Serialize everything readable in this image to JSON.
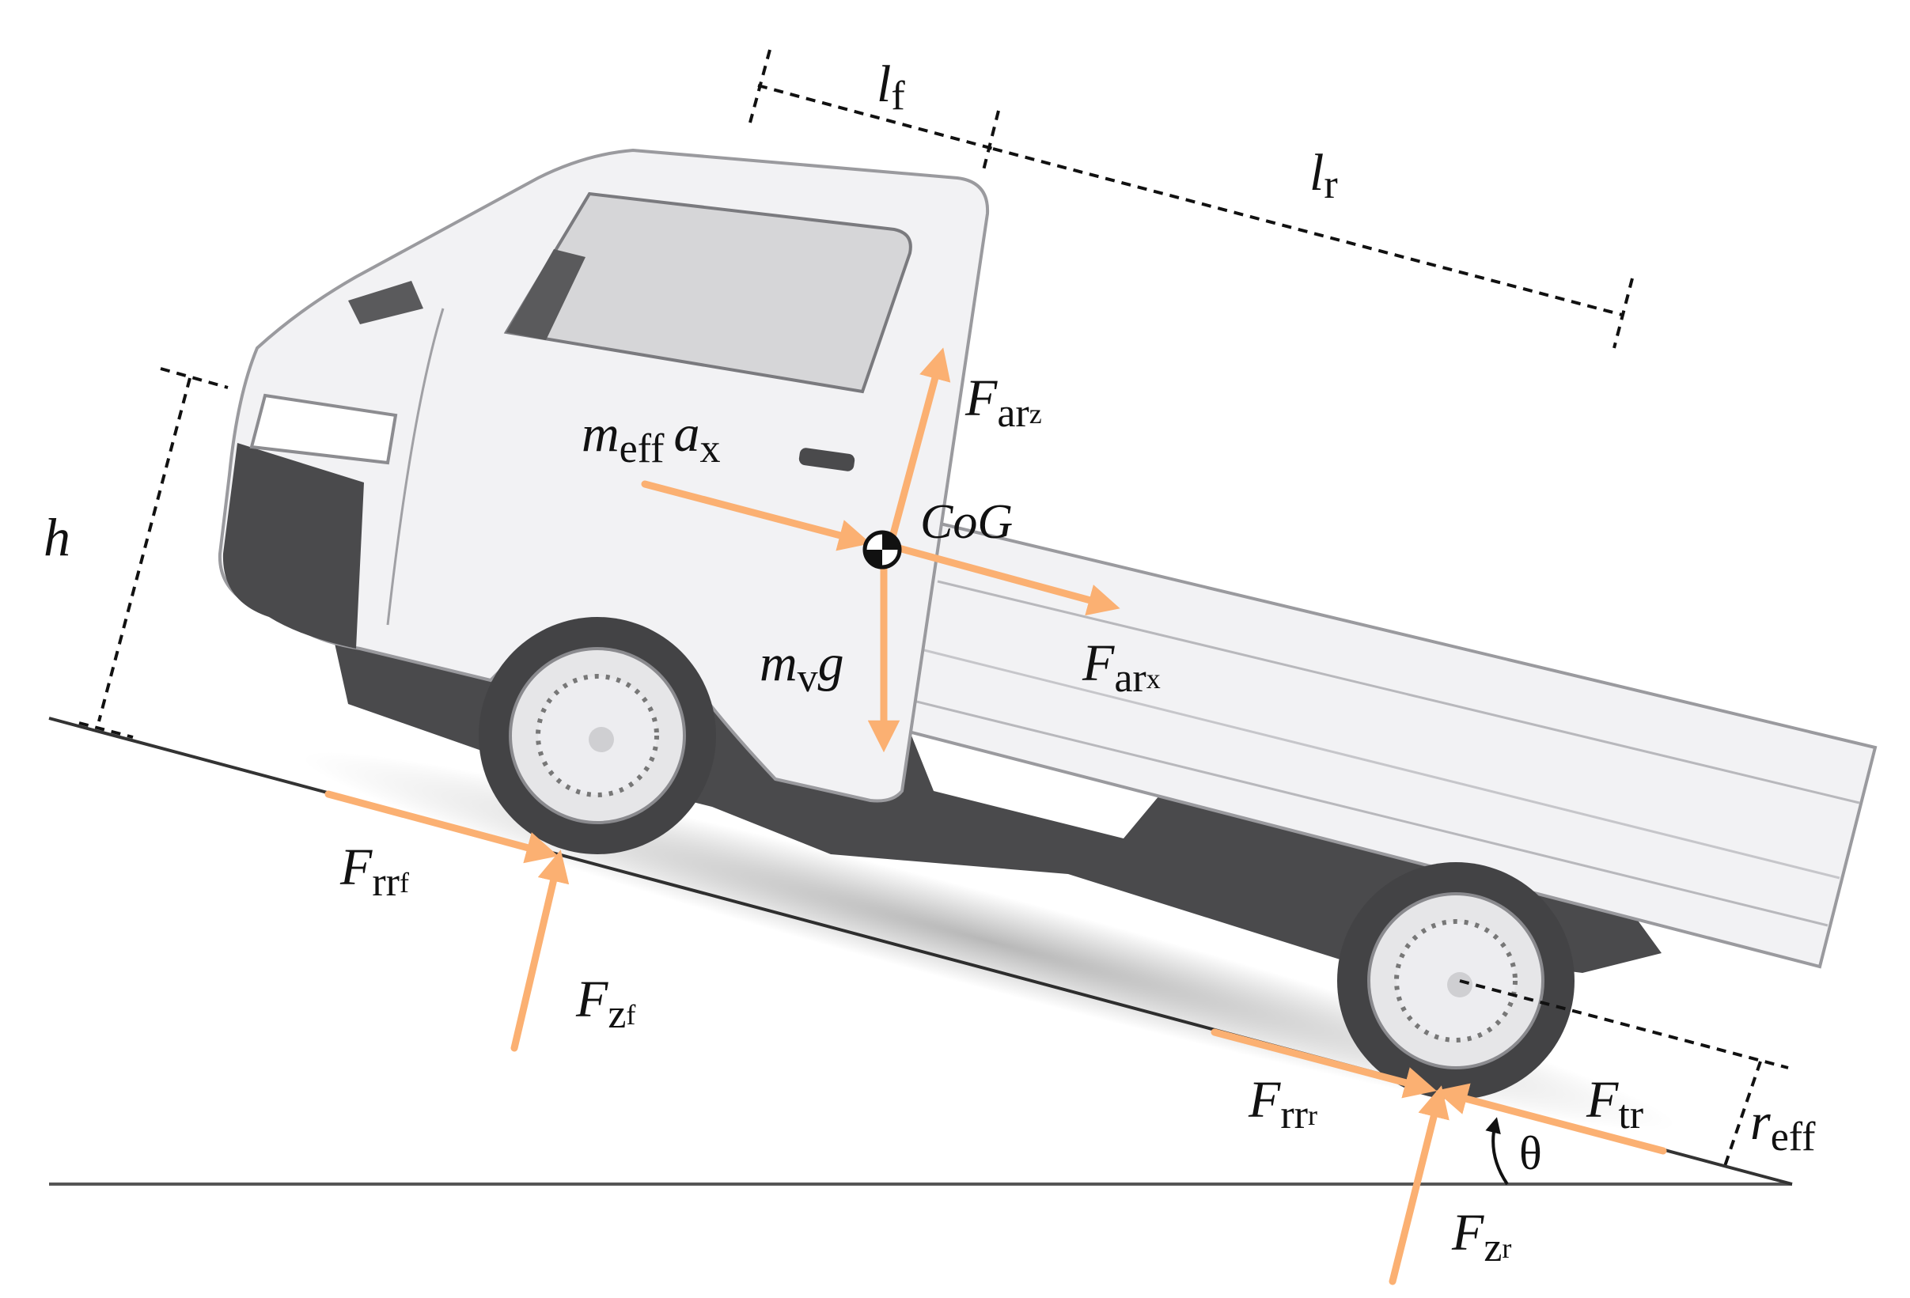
{
  "colors": {
    "force_arrow": "#fbb072",
    "truck_body": "#f2f2f4",
    "truck_outline": "#9a9a9e",
    "chassis": "#4a4a4c",
    "ground": "#555555",
    "text": "#111111"
  },
  "labels": {
    "lf": {
      "main": "l",
      "sub": "f"
    },
    "lr": {
      "main": "l",
      "sub": "r"
    },
    "h": {
      "main": "h"
    },
    "far_z": {
      "main": "F",
      "sub": "ar",
      "subsub": "z"
    },
    "far_x": {
      "main": "F",
      "sub": "ar",
      "subsub": "x"
    },
    "meff_ax": {
      "m": "m",
      "m_sub": "eff",
      "a": "a",
      "a_sub": "x"
    },
    "cog": "CoG",
    "mvg": {
      "m": "m",
      "m_sub": "v",
      "g": "g"
    },
    "frr_f": {
      "main": "F",
      "sub": "rr",
      "subsub": "f"
    },
    "fz_f": {
      "main": "F",
      "sub": "z",
      "subsub": "f"
    },
    "frr_r": {
      "main": "F",
      "sub": "rr",
      "subsub": "r"
    },
    "fz_r": {
      "main": "F",
      "sub": "z",
      "subsub": "r"
    },
    "ftr": {
      "main": "F",
      "sub": "tr"
    },
    "theta": "θ",
    "reff": {
      "main": "r",
      "sub": "eff"
    }
  }
}
